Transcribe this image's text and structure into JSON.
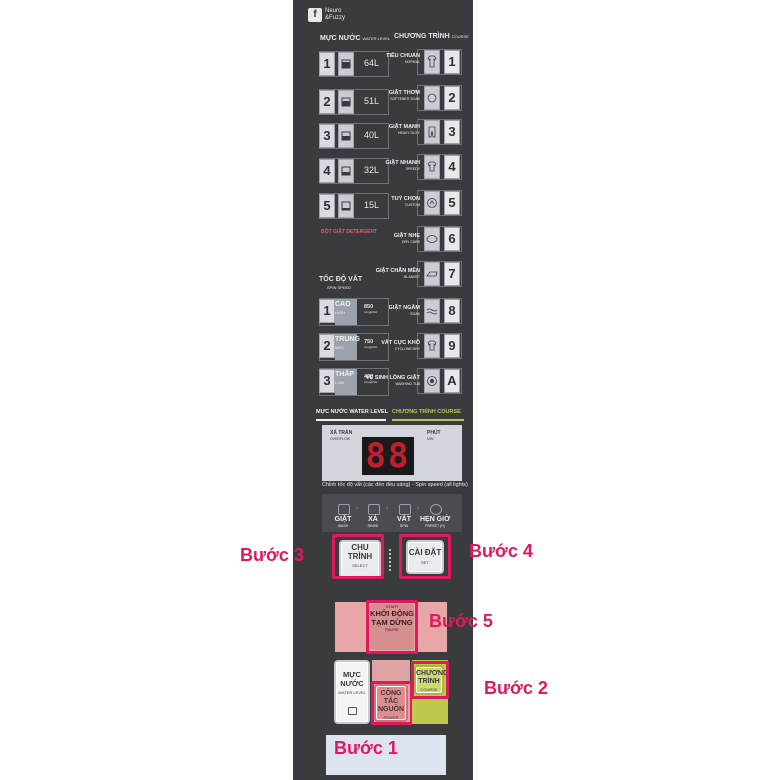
{
  "brand": {
    "logo": "f",
    "text": "Neuro &Fuzzy"
  },
  "water_level": {
    "title": "MỰC NƯỚC",
    "title_en": "WATER LEVEL",
    "items": [
      {
        "num": "1",
        "value": "64L"
      },
      {
        "num": "2",
        "value": "51L"
      },
      {
        "num": "3",
        "value": "40L"
      },
      {
        "num": "4",
        "value": "32L"
      },
      {
        "num": "5",
        "value": "15L"
      }
    ],
    "detergent": "BỘT GIẶT DETERGENT"
  },
  "course": {
    "title": "CHƯƠNG TRÌNH",
    "title_en": "COURSE",
    "items": [
      {
        "num": "1",
        "label": "TIÊU CHUẨN",
        "en": "NORMAL"
      },
      {
        "num": "2",
        "label": "GIẶT THƠM",
        "en": "SOFTENER SOAK"
      },
      {
        "num": "3",
        "label": "GIẶT MẠNH",
        "en": "HEAVY DUTY"
      },
      {
        "num": "4",
        "label": "GIẶT NHANH",
        "en": "SPEEDY"
      },
      {
        "num": "5",
        "label": "TUỲ CHỌN",
        "en": "CUSTOM"
      },
      {
        "num": "6",
        "label": "GIẶT NHẸ",
        "en": "DRY CARE"
      },
      {
        "num": "7",
        "label": "GIẶT CHĂN MỀN",
        "en": "BLANKET"
      },
      {
        "num": "8",
        "label": "GIẶT NGÂM",
        "en": "SOAK"
      },
      {
        "num": "9",
        "label": "VẮT CỰC KHÔ",
        "en": "CYCLONE DRY"
      },
      {
        "num": "A",
        "label": "VỆ SINH LỒNG GIẶT",
        "en": "WASHING TUB"
      }
    ]
  },
  "spin": {
    "title": "TỐC ĐỘ VẮT",
    "title_en": "SPIN SPEED",
    "items": [
      {
        "num": "1",
        "label": "CAO",
        "en": "HIGH",
        "rpm": "850",
        "unit": "vòng/phút"
      },
      {
        "num": "2",
        "label": "TRUNG",
        "en": "MED.",
        "rpm": "750",
        "unit": "vòng/phút"
      },
      {
        "num": "3",
        "label": "THẤP",
        "en": "LOW",
        "rpm": "400",
        "unit": "vòng/phút"
      }
    ]
  },
  "legend": {
    "water": "MỰC NƯỚC WATER LEVEL",
    "course": "CHƯƠNG TRÌNH COURSE"
  },
  "display": {
    "overflow": "XẢ TRÀN",
    "overflow_en": "OVERFLOW",
    "minute": "PHÚT",
    "minute_en": "MIN",
    "value": "88",
    "spin_note": "Chỉnh tốc độ vắt (các đèn đều sáng) - Spin speed (all lights)"
  },
  "steps": [
    {
      "label": "GIẶT",
      "en": "WASH"
    },
    {
      "label": "XẢ",
      "en": "RINSE"
    },
    {
      "label": "VẮT",
      "en": "SPIN"
    },
    {
      "label": "HẸN GIỜ",
      "en": "PRESET (H)"
    }
  ],
  "buttons": {
    "select_l1": "CHU",
    "select_l2": "TRÌNH",
    "select_en": "SELECT",
    "set": "CÀI ĐẶT",
    "set_en": "SET",
    "start_en": "START",
    "start_l1": "KHỞI ĐỘNG",
    "start_l2": "TẠM DỪNG",
    "start_en2": "PAUSE",
    "water_l1": "MỰC",
    "water_l2": "NƯỚC",
    "water_en": "WATER LEVEL",
    "course_l1": "CHƯƠNG",
    "course_l2": "TRÌNH",
    "course_en": "COURSE",
    "power_l1": "CÔNG TẮC",
    "power_l2": "NGUỒN",
    "power_en": "POWER SWITCH"
  },
  "annotations": {
    "step1": "Bước 1",
    "step2": "Bước 2",
    "step3": "Bước 3",
    "step4": "Bước 4",
    "step5": "Bước 5"
  },
  "colors": {
    "panel": "#3a3b3f",
    "highlight": "#e0195f",
    "segment": "#c21f2c",
    "course_green": "#bcc94a",
    "start_pink": "#e8a6a6"
  }
}
